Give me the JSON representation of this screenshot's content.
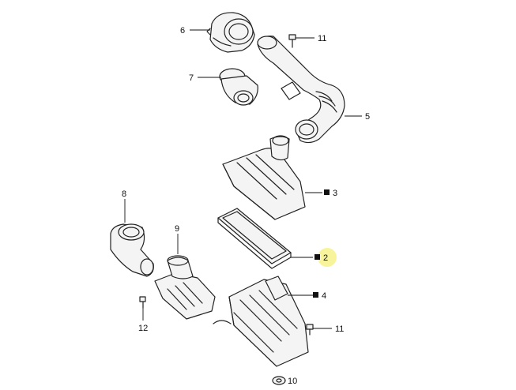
{
  "callouts": [
    {
      "id": "c6",
      "number": "6",
      "filled_marker": false
    },
    {
      "id": "c11a",
      "number": "11",
      "filled_marker": false
    },
    {
      "id": "c7",
      "number": "7",
      "filled_marker": false
    },
    {
      "id": "c5",
      "number": "5",
      "filled_marker": false
    },
    {
      "id": "c3",
      "number": "3",
      "filled_marker": true
    },
    {
      "id": "c8",
      "number": "8",
      "filled_marker": false
    },
    {
      "id": "c9",
      "number": "9",
      "filled_marker": false
    },
    {
      "id": "c2",
      "number": "2",
      "filled_marker": true,
      "highlighted": true
    },
    {
      "id": "c4",
      "number": "4",
      "filled_marker": true
    },
    {
      "id": "c12",
      "number": "12",
      "filled_marker": false
    },
    {
      "id": "c11b",
      "number": "11",
      "filled_marker": false
    },
    {
      "id": "c10",
      "number": "10",
      "filled_marker": false
    }
  ],
  "colors": {
    "line": "#222222",
    "highlight": "#f4f07a",
    "background": "#ffffff"
  }
}
